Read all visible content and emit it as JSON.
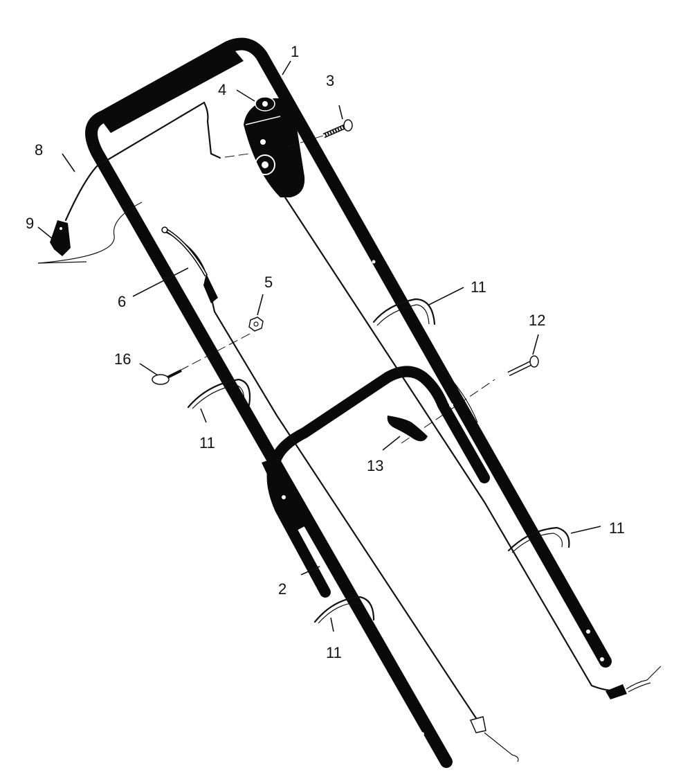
{
  "callouts": [
    {
      "id": "c1",
      "text": "1"
    },
    {
      "id": "c2",
      "text": "2"
    },
    {
      "id": "c3",
      "text": "3"
    },
    {
      "id": "c4",
      "text": "4"
    },
    {
      "id": "c5",
      "text": "5"
    },
    {
      "id": "c6",
      "text": "6"
    },
    {
      "id": "c8",
      "text": "8"
    },
    {
      "id": "c9",
      "text": "9"
    },
    {
      "id": "c11a",
      "text": "11"
    },
    {
      "id": "c11b",
      "text": "11"
    },
    {
      "id": "c11c",
      "text": "11"
    },
    {
      "id": "c11d",
      "text": "11"
    },
    {
      "id": "c12",
      "text": "12"
    },
    {
      "id": "c13",
      "text": "13"
    },
    {
      "id": "c16",
      "text": "16"
    }
  ],
  "colors": {
    "ink": "#0a0a0a",
    "paper": "#ffffff"
  }
}
